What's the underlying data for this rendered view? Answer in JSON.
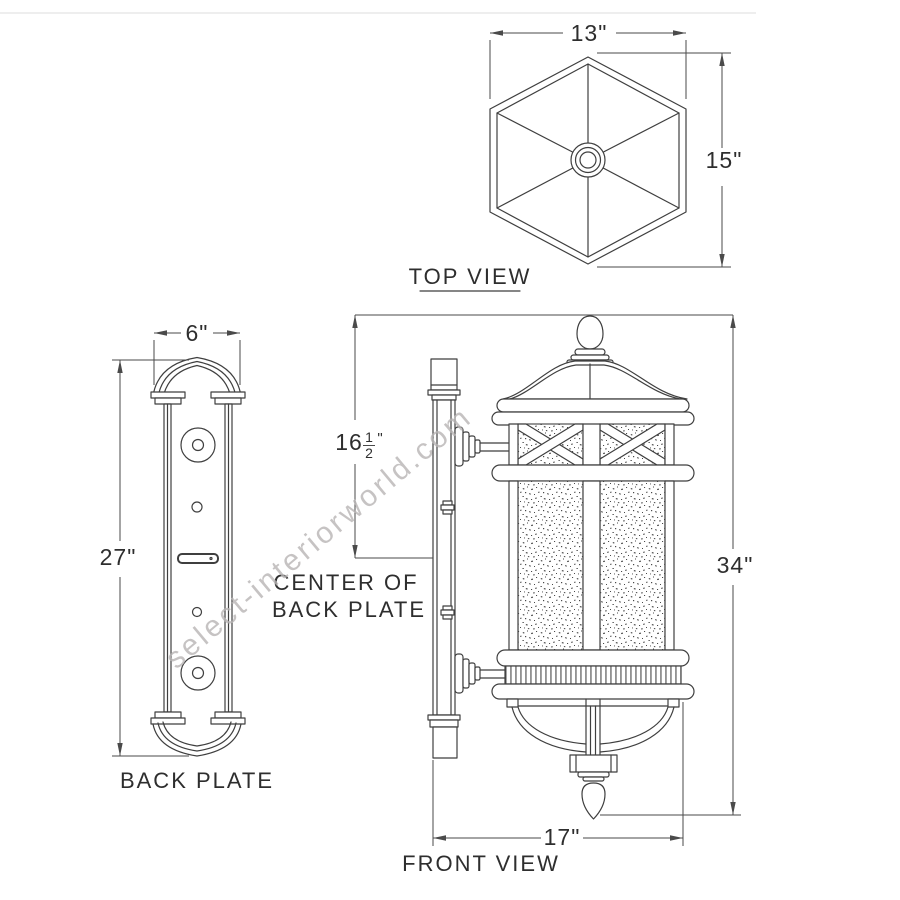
{
  "colors": {
    "line": "#3f3f3f",
    "dim": "#4a4a4a",
    "text": "#2e2e2e",
    "watermark": "#b8b5b5",
    "bg": "#ffffff"
  },
  "watermark": {
    "text": "select-interiorworld.com"
  },
  "top_view": {
    "label": "TOP VIEW",
    "width_dim": "13\"",
    "height_dim": "15\""
  },
  "back_plate_view": {
    "label": "BACK PLATE",
    "width_dim": "6\"",
    "height_dim": "27\""
  },
  "front_view": {
    "label": "FRONT VIEW",
    "width_dim": "17\"",
    "height_dim": "34\"",
    "center_dim_whole": "16",
    "center_dim_numerator": "1",
    "center_dim_denominator": "2",
    "center_dim_unit": "\"",
    "note_line1": "CENTER OF",
    "note_line2": "BACK PLATE"
  }
}
